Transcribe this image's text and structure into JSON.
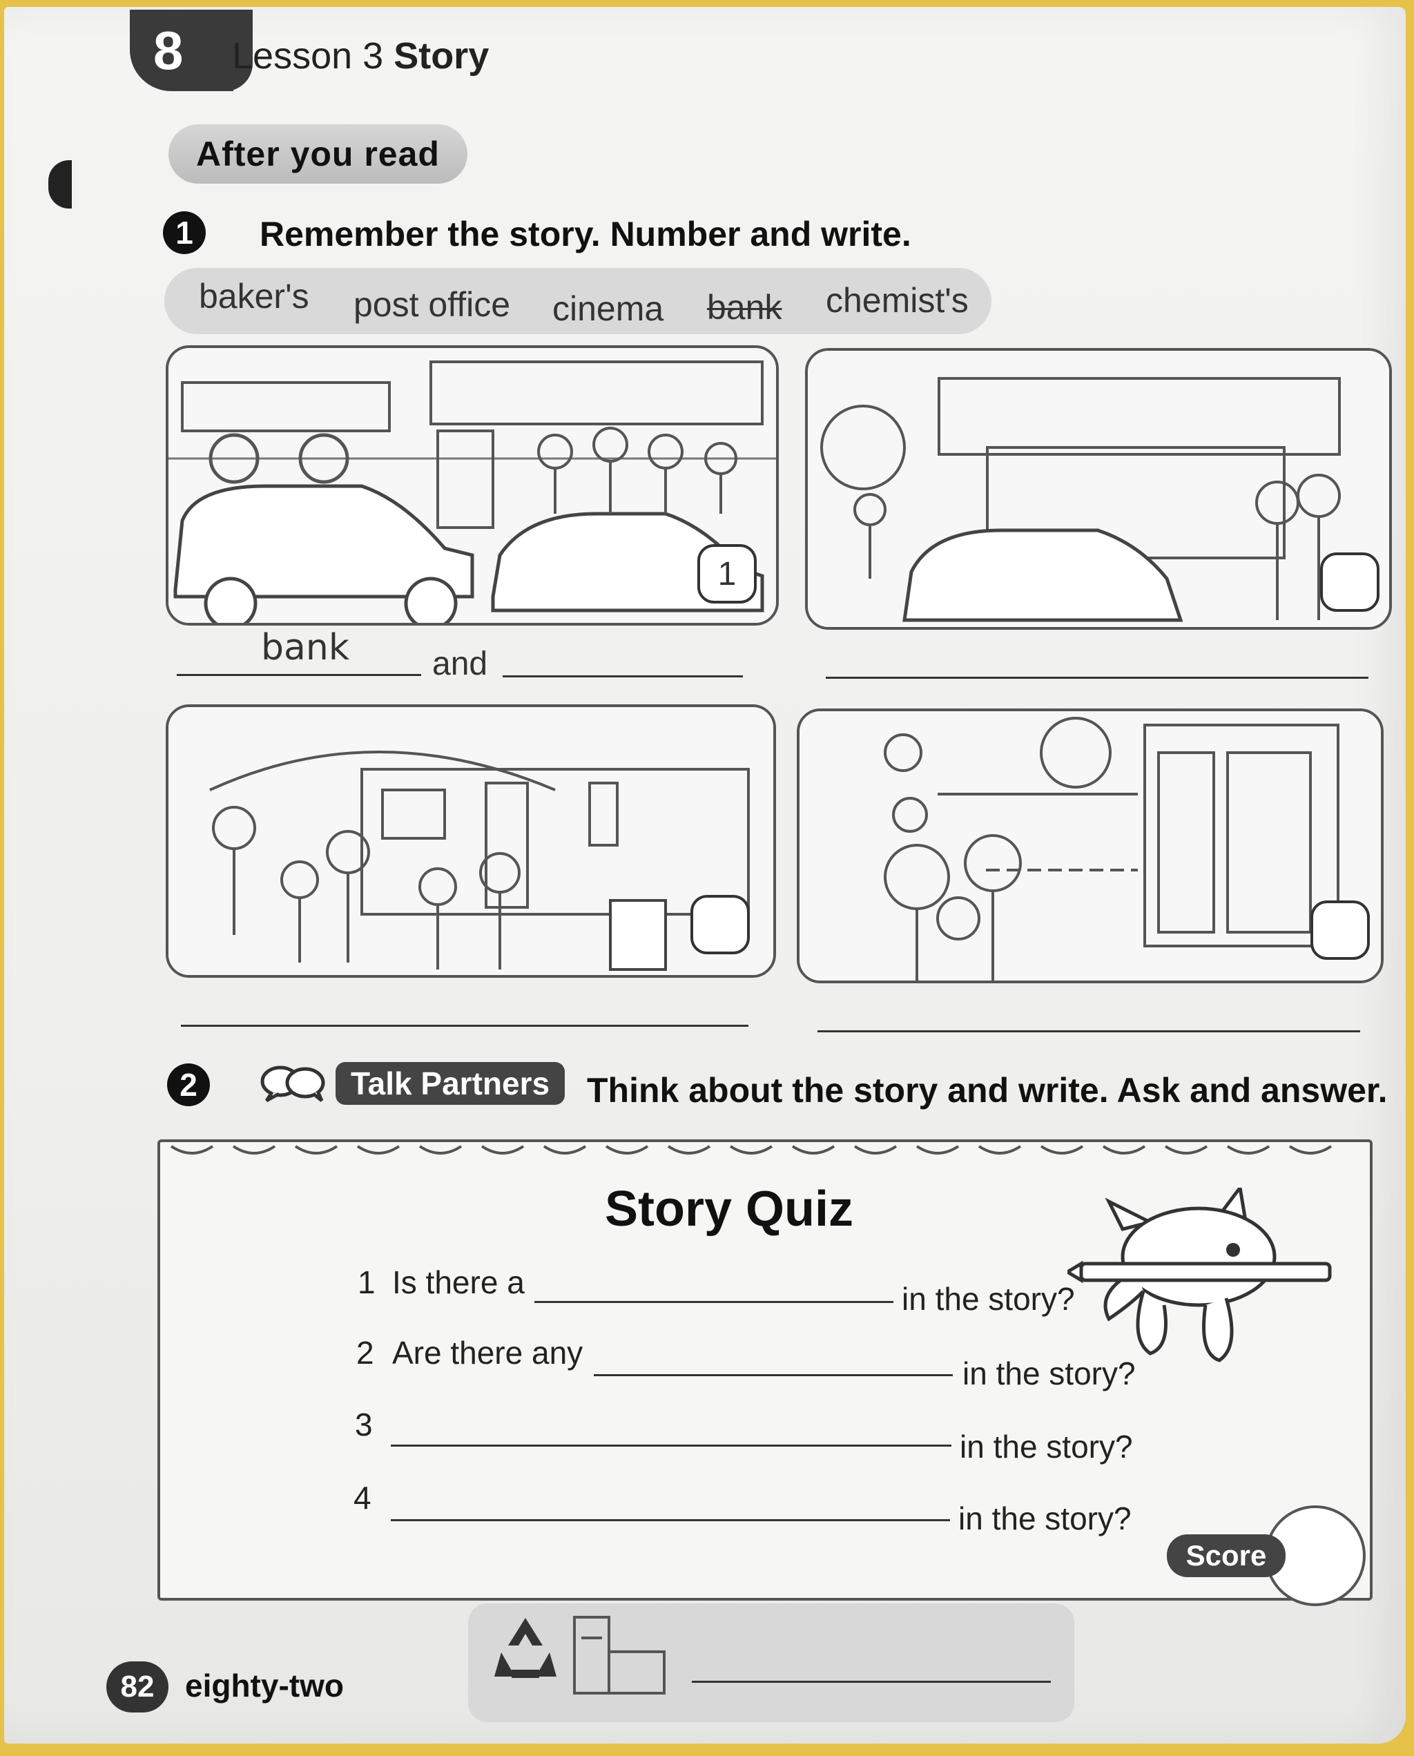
{
  "header": {
    "unit_number": "8",
    "lesson_prefix": "Lesson 3",
    "lesson_name": "Story"
  },
  "section_pill": "After you read",
  "exercise1": {
    "number": "1",
    "instruction": "Remember the story. Number and write.",
    "word_bank": [
      "baker's",
      "post office",
      "cinema",
      "bank",
      "chemist's"
    ],
    "crossed_word": "bank",
    "panel1_number": "1",
    "answer1": "bank",
    "connector": "and"
  },
  "exercise2": {
    "number": "2",
    "badge": "Talk Partners",
    "instruction": "Think about the story and write. Ask and answer.",
    "quiz_title": "Story Quiz",
    "questions": [
      {
        "num": "1",
        "start": "Is there a",
        "end": "in the story?"
      },
      {
        "num": "2",
        "start": "Are there any",
        "end": "in the story?"
      },
      {
        "num": "3",
        "start": "",
        "end": "in the story?"
      },
      {
        "num": "4",
        "start": "",
        "end": "in the story?"
      }
    ],
    "score_label": "Score"
  },
  "footer": {
    "page_number": "82",
    "page_words": "eighty-two"
  }
}
